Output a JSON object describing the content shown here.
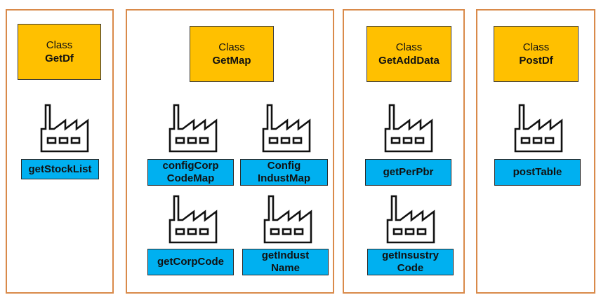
{
  "diagram": {
    "colors": {
      "panel_border": "#d98a4a",
      "class_fill": "#ffc000",
      "method_fill": "#00b0f0"
    },
    "panels": [
      {
        "class_keyword": "Class",
        "class_name": "GetDf",
        "methods": [
          {
            "label": "getStockList",
            "icon": "factory-icon"
          }
        ]
      },
      {
        "class_keyword": "Class",
        "class_name": "GetMap",
        "methods": [
          {
            "label": "configCorp\nCodeMap",
            "icon": "factory-icon"
          },
          {
            "label": "Config\nIndustMap",
            "icon": "factory-icon"
          },
          {
            "label": "getCorpCode",
            "icon": "factory-icon"
          },
          {
            "label": "getIndust\nName",
            "icon": "factory-icon"
          }
        ]
      },
      {
        "class_keyword": "Class",
        "class_name": "GetAddData",
        "methods": [
          {
            "label": "getPerPbr",
            "icon": "factory-icon"
          },
          {
            "label": "getInsustry\nCode",
            "icon": "factory-icon"
          }
        ]
      },
      {
        "class_keyword": "Class",
        "class_name": "PostDf",
        "methods": [
          {
            "label": "postTable",
            "icon": "factory-icon"
          }
        ]
      }
    ]
  }
}
